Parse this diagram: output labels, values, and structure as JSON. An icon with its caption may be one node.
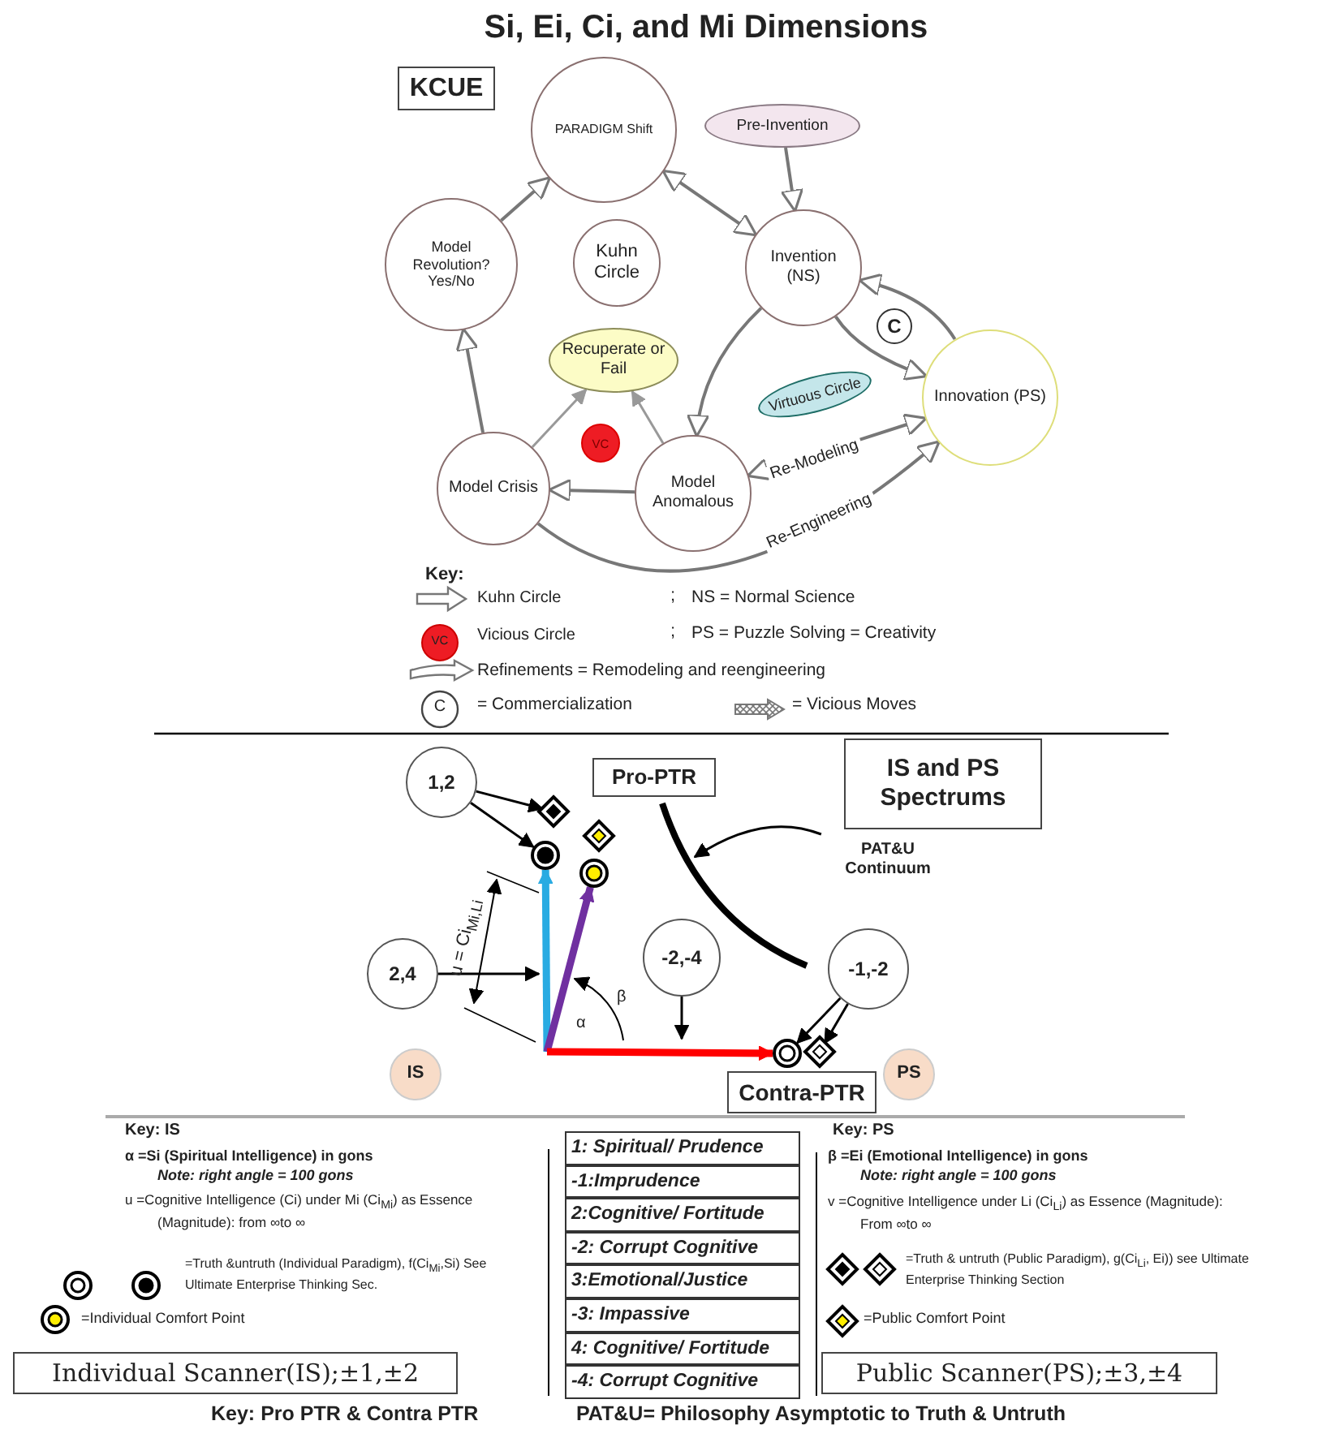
{
  "diagram": {
    "title": "Si, Ei, Ci, and Mi Dimensions",
    "nodes": [
      {
        "text": [
          "KCUE"
        ]
      },
      {
        "text": [
          "PARADIGM Shift"
        ]
      },
      {
        "text": [
          "Pre-Invention"
        ]
      },
      {
        "text": [
          "Model Revolution? Yes/No"
        ]
      },
      {
        "text": [
          "Kuhn Circle"
        ]
      },
      {
        "text": [
          "Invention (NS)"
        ]
      },
      {
        "text": [
          "C"
        ]
      },
      {
        "text": [
          "Recuperate or Fail"
        ]
      },
      {
        "text": [
          "VC"
        ]
      },
      {
        "text": [
          "Virtuous Circle"
        ]
      },
      {
        "text": [
          "Innovation (PS)"
        ]
      },
      {
        "text": [
          "Model Crisis"
        ]
      },
      {
        "text": [
          "Model Anomalous"
        ]
      },
      {
        "text": [
          "1,2"
        ]
      },
      {
        "text": [],
        "shape": "diamond"
      },
      {
        "text": [
          "Pro-PTR"
        ]
      },
      {
        "text": [
          "IS and PS Spectrums"
        ]
      },
      {
        "text": [],
        "shape": "circle"
      },
      {
        "text": [
          "2,4"
        ]
      },
      {
        "text": [
          "PAT&U Continuum"
        ]
      },
      {
        "text": [],
        "shape": "diamond"
      },
      {
        "text": [],
        "shape": "circle"
      },
      {
        "text": [],
        "shape": "curve"
      },
      {
        "text": [
          "-2,-4"
        ]
      },
      {
        "text": [
          "-1,-2"
        ]
      },
      {
        "text": [],
        "shape": "circle"
      },
      {
        "text": [],
        "shape": "diamond"
      },
      {
        "text": [
          "IS"
        ]
      },
      {
        "text": [
          "Contra-PTR"
        ]
      },
      {
        "text": [
          "PS"
        ]
      },
      {
        "text": [
          "Individual Scanner(IS);±1,±2"
        ]
      },
      {
        "text": [
          "Public Scanner(PS);±3,±4"
        ]
      }
    ],
    "edges": [
      {
        "from": 2,
        "to": 5,
        "arrow": "to"
      },
      {
        "from": 5,
        "to": 1,
        "arrow": "both"
      },
      {
        "from": 5,
        "to": 12,
        "arrow": "to"
      },
      {
        "from": 12,
        "to": 11,
        "arrow": "to"
      },
      {
        "from": 11,
        "to": 3,
        "arrow": "to"
      },
      {
        "from": 3,
        "to": 1,
        "arrow": "to"
      },
      {
        "from": 5,
        "to": 10,
        "arrow": "to"
      },
      {
        "from": 10,
        "to": 5,
        "arrow": "to"
      },
      {
        "from": 12,
        "to": 10,
        "arrow": "both",
        "label": "Re-Modeling"
      },
      {
        "from": 11,
        "to": 10,
        "arrow": "to",
        "label": "Re-Engineering"
      },
      {
        "from": 11,
        "to": 7,
        "arrow": "to",
        "color": "#999999"
      },
      {
        "from": 12,
        "to": 7,
        "arrow": "to",
        "color": "#999999"
      },
      {
        "from": 13,
        "to": 14,
        "arrow": "to",
        "color": "#000000"
      },
      {
        "from": 13,
        "to": 17,
        "arrow": "to",
        "color": "#000000"
      },
      {
        "from": 18,
        "to": null,
        "arrow": "to",
        "color": "#000000"
      },
      {
        "from": 19,
        "to": 22,
        "arrow": "to",
        "color": "#000000"
      },
      {
        "from": null,
        "to": 17,
        "arrow": "to",
        "style": "thick",
        "color": "#29abe2"
      },
      {
        "from": null,
        "to": 21,
        "arrow": "to",
        "style": "thick",
        "color": "#7030a0"
      },
      {
        "from": null,
        "to": 25,
        "arrow": "to",
        "style": "thick",
        "color": "#ff0000"
      },
      {
        "from": 23,
        "to": null,
        "arrow": "to",
        "color": "#000000"
      },
      {
        "from": 24,
        "to": 25,
        "arrow": "to",
        "color": "#000000"
      },
      {
        "from": 24,
        "to": 26,
        "arrow": "to",
        "color": "#000000"
      }
    ],
    "labels": [
      "Key:",
      ";",
      "NS = Normal Science",
      "VC",
      ";",
      "PS = Puzzle Solving = Creativity",
      "C",
      "u = Ci$_{Mi,Li}$",
      "β",
      "α",
      "Key: IS",
      "α =Si (Spiritual Intelligence) in gons",
      "Note: right angle = 100 gons",
      "u =Cognitive Intelligence (Ci) under Mi (Ci$_{Mi}$) as Essence (Magnitude): from ∞to ∞",
      "1: Spiritual/ Prudence",
      "-1:Imprudence",
      "2:Cognitive/ Fortitude",
      "-2: Corrupt Cognitive",
      "3:Emotional/Justice",
      "-3: Impassive",
      "4: Cognitive/ Fortitude",
      "-4: Corrupt Cognitive",
      "Key: PS",
      "β =Ei (Emotional Intelligence) in gons",
      "Note: right angle = 100 gons",
      "v =Cognitive Intelligence under Li (Ci$_{Li}$) as Essence (Magnitude): From ∞to ∞",
      "Key: Pro PTR & Contra PTR",
      "PAT&U= Philosophy Asymptotic to Truth & Untruth"
    ],
    "legend": [
      {
        "text": "Kuhn Circle"
      },
      {
        "text": "Vicious Circle",
        "color": "#ee1c24"
      },
      {
        "text": "Refinements = Remodeling and reengineering"
      },
      {
        "text": "= Commercialization"
      },
      {
        "text": "= Vicious Moves"
      },
      {
        "text": "=Truth &untruth (Individual Paradigm), f(Ci$_{Mi}$,Si) See Ultimate Enterprise Thinking Sec."
      },
      {
        "text": "=Individual Comfort Point"
      },
      {
        "text": "=Truth & untruth (Public Paradigm), g(Ci$_{Li}$, Ei)) see Ultimate Enterprise Thinking Section"
      },
      {
        "text": "=Public Comfort Point"
      }
    ]
  }
}
